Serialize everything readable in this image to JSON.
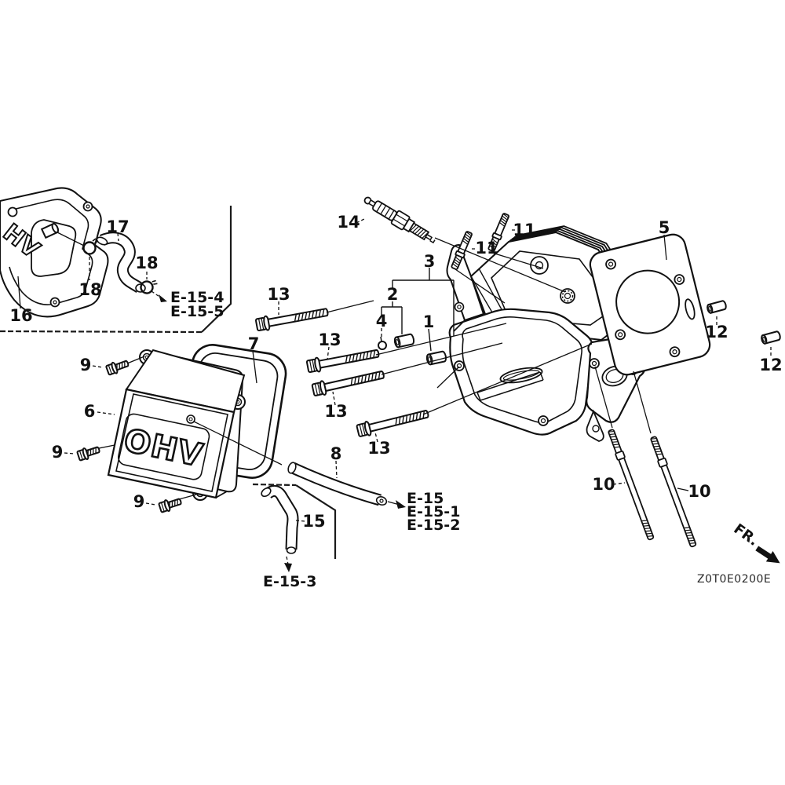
{
  "colors": {
    "line": "#111111",
    "background": "#ffffff"
  },
  "callouts": {
    "c16": "16",
    "c17": "17",
    "c18a": "18",
    "c18b": "18",
    "c14": "14",
    "c11a": "11",
    "c11b": "11",
    "c3": "3",
    "c2": "2",
    "c4": "4",
    "c1": "1",
    "c5": "5",
    "c12a": "12",
    "c12b": "12",
    "c13a": "13",
    "c13b": "13",
    "c13c": "13",
    "c13d": "13",
    "c7": "7",
    "c6": "6",
    "c9a": "9",
    "c9b": "9",
    "c9c": "9",
    "c8": "8",
    "c15": "15",
    "c10a": "10",
    "c10b": "10"
  },
  "references": {
    "e15_4": "E-15-4",
    "e15_5": "E-15-5",
    "e15": "E-15",
    "e15_1": "E-15-1",
    "e15_2": "E-15-2",
    "e15_3": "E-15-3"
  },
  "embossing": {
    "cover_logo": "OHV",
    "corner_logo": "HV"
  },
  "footer": {
    "direction_label": "FR.",
    "drawing_code": "Z0T0E0200E"
  }
}
